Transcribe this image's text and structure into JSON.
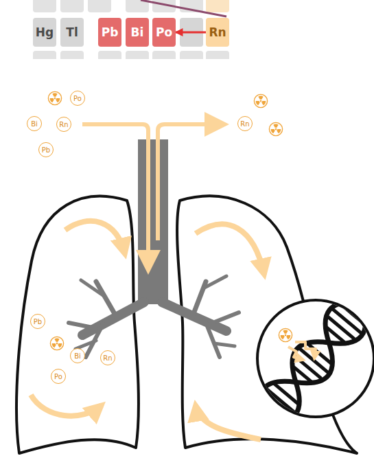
{
  "diagram": {
    "nodes": [
      {
        "text": [
          "Hg"
        ]
      },
      {
        "text": [
          "Tl"
        ]
      },
      {
        "text": [
          "Pb"
        ]
      },
      {
        "text": [
          "Bi"
        ]
      },
      {
        "text": [
          "Po"
        ]
      },
      {
        "text": [
          "Rn"
        ]
      },
      {
        "text": [
          "Po"
        ]
      },
      {
        "text": [
          "Bi"
        ]
      },
      {
        "text": [
          "Rn"
        ]
      },
      {
        "text": [
          "Pb"
        ]
      },
      {
        "text": [
          "Rn"
        ]
      },
      {
        "text": [
          "Pb"
        ]
      },
      {
        "text": [
          "Bi"
        ]
      },
      {
        "text": [
          "Rn"
        ]
      },
      {
        "text": [
          "Po"
        ]
      }
    ],
    "edges": [
      {
        "from": 5,
        "to": 4,
        "arrow": "to"
      }
    ]
  }
}
